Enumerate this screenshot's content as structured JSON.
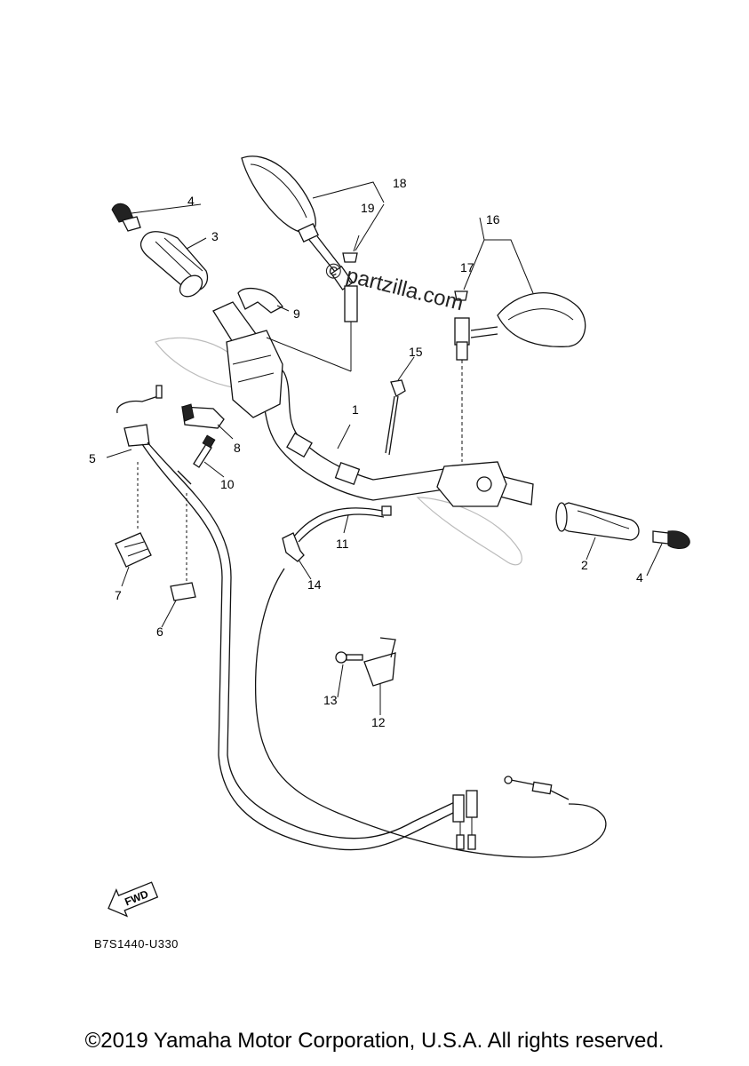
{
  "callouts": [
    "1",
    "2",
    "3",
    "4",
    "4",
    "5",
    "6",
    "7",
    "8",
    "9",
    "10",
    "11",
    "12",
    "13",
    "14",
    "15",
    "16",
    "17",
    "18",
    "19"
  ],
  "watermark": "© partzilla.com",
  "fwd_label": "FWD",
  "diagram_code": "B7S1440-U330",
  "copyright": "©2019 Yamaha Motor Corporation, U.S.A. All rights reserved."
}
